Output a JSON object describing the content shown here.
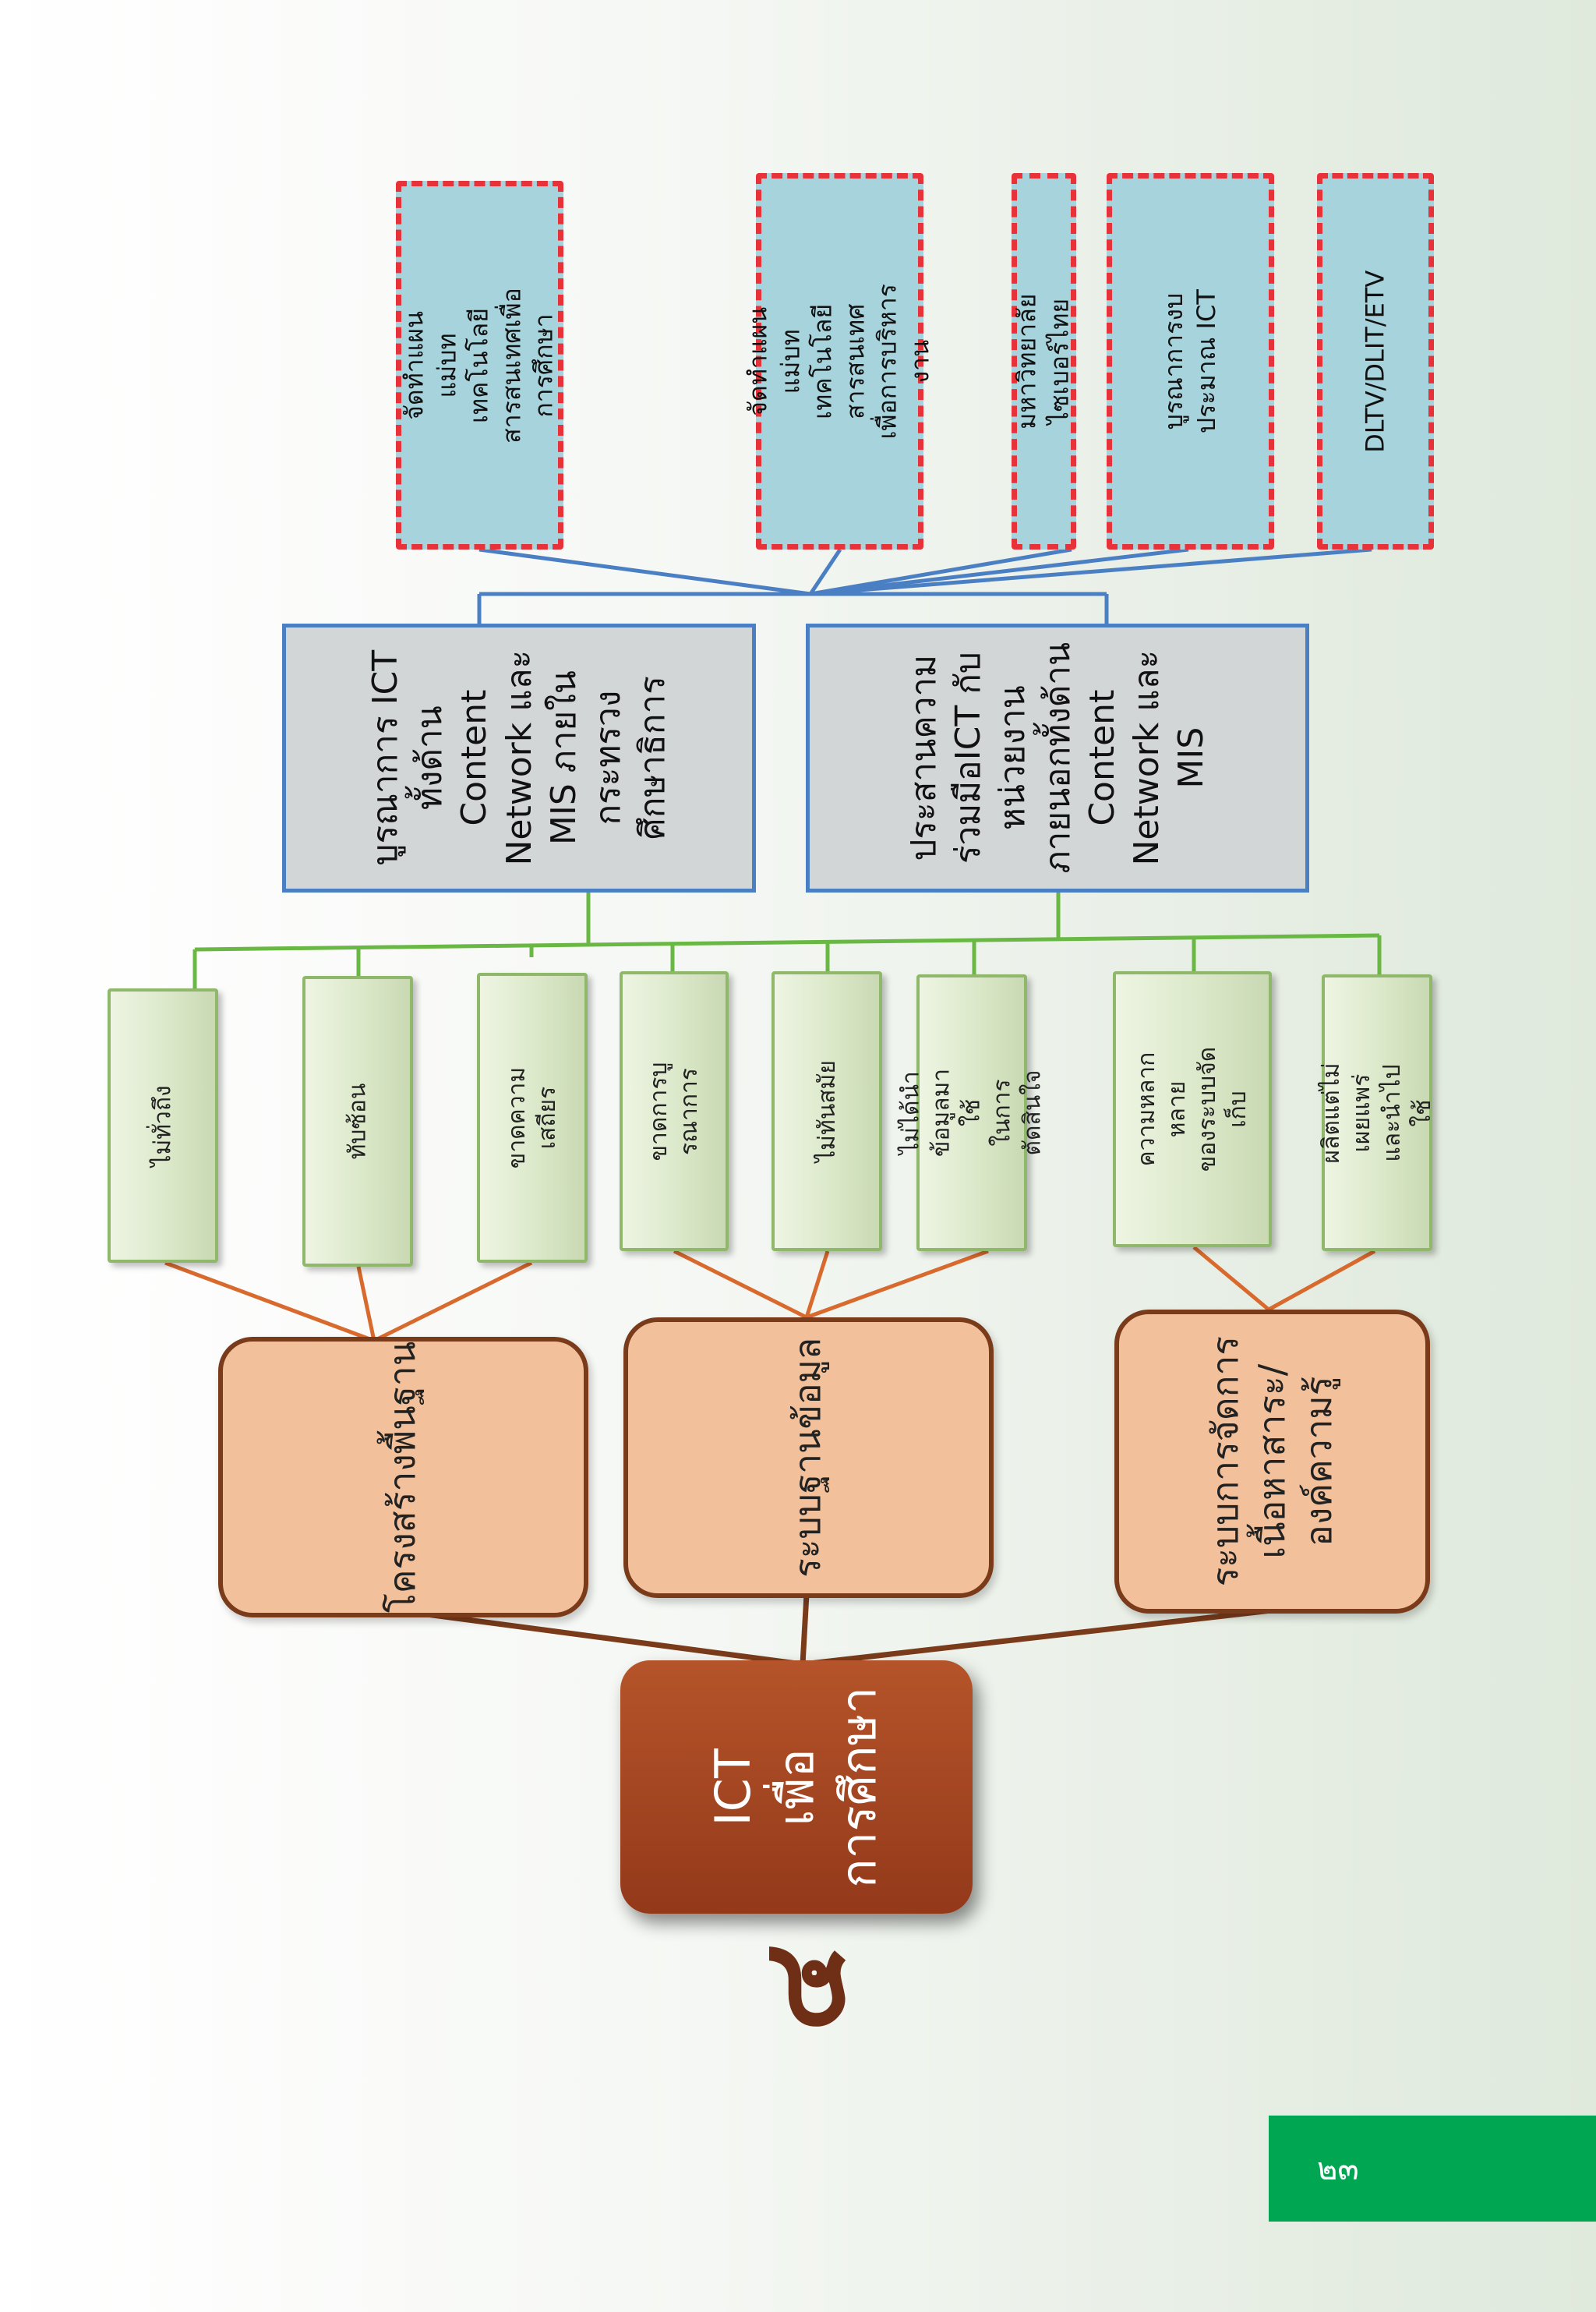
{
  "root": {
    "label": "ICT\nเพื่อ\nการศึกษา"
  },
  "chapter_number": "๔",
  "page_number": "๒๓",
  "problem_areas": [
    {
      "label": "โครงสร้างพื้นฐาน"
    },
    {
      "label": "ระบบฐานข้อมูล"
    },
    {
      "label": "ระบบการจัดการ\nเนื้อหาสาระ/\nองค์ความรู้"
    }
  ],
  "issues": [
    {
      "label": "ไม่ทั่วถึง"
    },
    {
      "label": "ทับซ้อน"
    },
    {
      "label": "ขาดความเสถียร"
    },
    {
      "label": "ขาดการบูรณาการ"
    },
    {
      "label": "ไม่ทันสมัย"
    },
    {
      "label": "ไม่ได้นำข้อมูลมาใช้\nในการตัดสินใจ"
    },
    {
      "label": "ความหลากหลาย\nของระบบจัดเก็บ"
    },
    {
      "label": "ผลิตแต่ไม่เผยแพร่\nและนำไปใช้"
    }
  ],
  "strategies": [
    {
      "label": "บูรณาการ ICT\nทั้งด้าน\nContent\nNetwork และ\nMIS ภายใน\nกระทรวง\nศึกษาธิการ"
    },
    {
      "label": "ประสานความ\nร่วมมือICT กับ\nหน่วยงาน\nภายนอกทั้งด้าน\nContent\nNetwork และ\nMIS"
    }
  ],
  "actions": [
    {
      "label": "จัดทำแผนแม่บทเทคโนโลยี\nสารสนเทศเพื่อการศึกษา"
    },
    {
      "label": "จัดทำแผนแม่บท\nเทคโนโลยีสารสนเทศ\nเพื่อการบริหารงาน"
    },
    {
      "label": "มหาวิทยาลัยไซเบอร์ไทย"
    },
    {
      "label": "บูรณาการงบประมาณ ICT"
    },
    {
      "label": "DLTV/DLIT/ETV"
    }
  ],
  "colors": {
    "root_fill": "#a3441f",
    "area_fill": "#f2c19b",
    "area_border": "#7a3b1b",
    "issue_border": "#8fb86a",
    "strategy_fill": "#d3d6d7",
    "strategy_border": "#4b7fc4",
    "action_fill": "#a7d3dd",
    "action_border": "#e8323a",
    "badge": "#00a651"
  }
}
